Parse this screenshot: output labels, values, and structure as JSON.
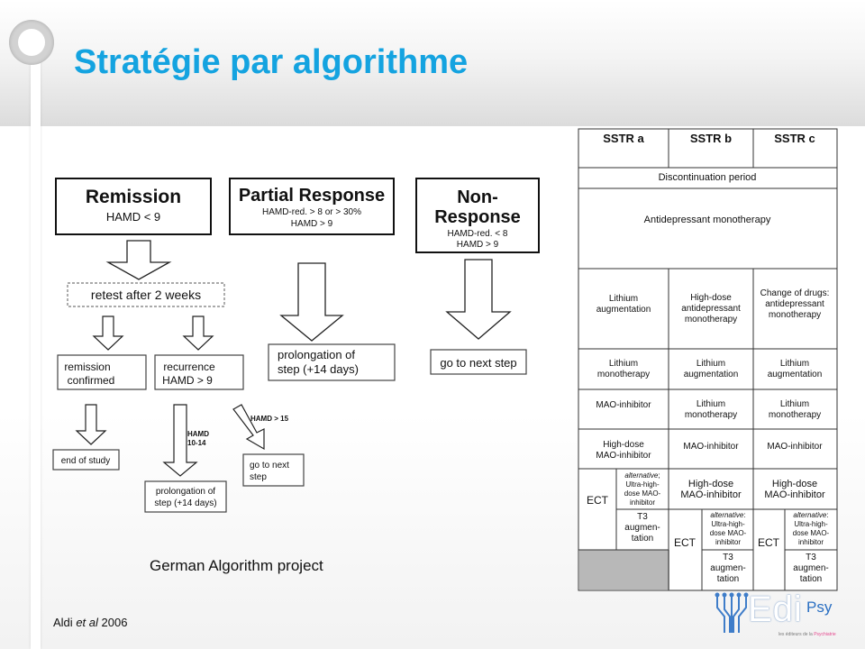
{
  "slide": {
    "title": "Stratégie par algorithme",
    "caption": "German Algorithm  project",
    "citation": {
      "author": "Aldi",
      "etal": "et al",
      "year": "2006"
    }
  },
  "flowchart": {
    "remission": {
      "title": "Remission",
      "criterion": "HAMD < 9"
    },
    "partial": {
      "title": "Partial Response",
      "line1": "HAMD-red. > 8 or > 30%",
      "line2": "HAMD > 9"
    },
    "nonresponse": {
      "title1": "Non-",
      "title2": "Response",
      "line1": "HAMD-red. < 8",
      "line2": "HAMD > 9"
    },
    "retest": "retest after 2 weeks",
    "remission_confirmed": [
      "remission",
      "confirmed"
    ],
    "recurrence": [
      "recurrence",
      "HAMD > 9"
    ],
    "end_of_study": "end of study",
    "hamd_1014": [
      "HAMD",
      "10-14"
    ],
    "hamd_15": "HAMD > 15",
    "prolong_small": [
      "prolongation of",
      "step (+14 days)"
    ],
    "next_small": [
      "go to next",
      "step"
    ],
    "prolong_big": [
      "prolongation of",
      "step (+14 days)"
    ],
    "next_big": "go to next step"
  },
  "sstr_table": {
    "headers": [
      "SSTR a",
      "SSTR b",
      "SSTR c"
    ],
    "discontinuation": "Discontinuation period",
    "monotherapy": "Antidepressant monotherapy",
    "row1": [
      [
        "Lithium",
        "augmentation"
      ],
      [
        "High-dose",
        "antidepressant",
        "monotherapy"
      ],
      [
        "Change of drugs:",
        "antidepressant",
        "monotherapy"
      ]
    ],
    "row2": [
      [
        "Lithium",
        "monotherapy"
      ],
      [
        "Lithium",
        "augmentation"
      ],
      [
        "Lithium",
        "augmentation"
      ]
    ],
    "row3": [
      [
        "MAO-inhibitor"
      ],
      [
        "Lithium",
        "monotherapy"
      ],
      [
        "Lithium",
        "monotherapy"
      ]
    ],
    "row4": [
      [
        "High-dose",
        "MAO-inhibitor"
      ],
      [
        "MAO-inhibitor"
      ],
      [
        "MAO-inhibitor"
      ]
    ],
    "row5_b": [
      "High-dose",
      "MAO-inhibitor"
    ],
    "row5_c": [
      "High-dose",
      "MAO-inhibitor"
    ],
    "ect": "ECT",
    "alt_a": {
      "italic": "alternative",
      "rest": ";",
      "lines": [
        "Ultra-high-",
        "dose MAO-",
        "inhibitor"
      ]
    },
    "alt_b": {
      "italic": "alternative",
      "rest": ":",
      "lines": [
        "Ultra-high-",
        "dose MAO-",
        "inhibitor"
      ]
    },
    "alt_c": {
      "italic": "alternative",
      "rest": ":",
      "lines": [
        "Ultra-high-",
        "dose MAO-",
        "inhibitor"
      ]
    },
    "t3": [
      "T3",
      "augmen-",
      "tation"
    ]
  },
  "logo": {
    "main": "Edi",
    "accent": "Psy",
    "tagline_a": "les éditeurs de la ",
    "tagline_b": "Psychiatrie"
  },
  "colors": {
    "title": "#14a3e0",
    "logo_blue": "#2a6fc2",
    "logo_pink": "#e54a8f"
  }
}
